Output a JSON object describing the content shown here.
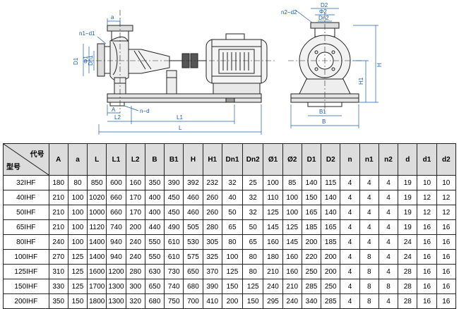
{
  "drawing": {
    "side_view_labels": {
      "a": "a",
      "n1_d1": "n1−d1",
      "D1": "D1",
      "phi1": "Φ1",
      "Dn1": "Dn1",
      "A": "A",
      "L2": "L2",
      "n_d": "n−d",
      "L1": "L1",
      "L": "L",
      "H1": "H1",
      "H": "H"
    },
    "end_view_labels": {
      "D2": "D2",
      "n2_d2": "n2−d2",
      "phi2": "Φ2",
      "Dn2": "Dn2",
      "B1": "B1",
      "B": "B"
    }
  },
  "table": {
    "header_top_label": "代号",
    "header_bottom_label": "型号",
    "columns": [
      "A",
      "a",
      "L",
      "L1",
      "L2",
      "B",
      "B1",
      "H",
      "H1",
      "Dn1",
      "Dn2",
      "Ø1",
      "Ø2",
      "D1",
      "D2",
      "n",
      "n1",
      "n2",
      "d",
      "d1",
      "d2"
    ],
    "rows": [
      {
        "model": "32IHF",
        "values": [
          "180",
          "80",
          "850",
          "600",
          "160",
          "350",
          "390",
          "392",
          "232",
          "32",
          "25",
          "100",
          "85",
          "140",
          "115",
          "4",
          "4",
          "4",
          "19",
          "10",
          "10"
        ]
      },
      {
        "model": "40IHF",
        "values": [
          "210",
          "100",
          "1020",
          "660",
          "170",
          "400",
          "450",
          "460",
          "260",
          "40",
          "32",
          "110",
          "100",
          "150",
          "140",
          "4",
          "4",
          "4",
          "19",
          "12",
          "12"
        ]
      },
      {
        "model": "50IHF",
        "values": [
          "210",
          "100",
          "1000",
          "660",
          "170",
          "400",
          "450",
          "460",
          "260",
          "50",
          "32",
          "125",
          "100",
          "165",
          "140",
          "4",
          "4",
          "4",
          "19",
          "12",
          "12"
        ]
      },
      {
        "model": "65IHF",
        "values": [
          "210",
          "100",
          "1120",
          "740",
          "200",
          "440",
          "490",
          "505",
          "280",
          "65",
          "50",
          "145",
          "125",
          "185",
          "165",
          "4",
          "4",
          "4",
          "19",
          "16",
          "16"
        ]
      },
      {
        "model": "80IHF",
        "values": [
          "240",
          "100",
          "1400",
          "940",
          "240",
          "550",
          "610",
          "530",
          "305",
          "80",
          "65",
          "160",
          "145",
          "200",
          "185",
          "4",
          "4",
          "4",
          "24",
          "16",
          "16"
        ]
      },
      {
        "model": "100IHF",
        "values": [
          "270",
          "125",
          "1400",
          "940",
          "240",
          "550",
          "610",
          "575",
          "325",
          "100",
          "80",
          "180",
          "160",
          "220",
          "200",
          "4",
          "8",
          "4",
          "24",
          "16",
          "16"
        ]
      },
      {
        "model": "125IHF",
        "values": [
          "310",
          "125",
          "1600",
          "1200",
          "280",
          "630",
          "730",
          "650",
          "370",
          "125",
          "80",
          "210",
          "160",
          "250",
          "200",
          "4",
          "8",
          "4",
          "28",
          "16",
          "16"
        ]
      },
      {
        "model": "150IHF",
        "values": [
          "330",
          "125",
          "1700",
          "1300",
          "300",
          "650",
          "740",
          "680",
          "390",
          "150",
          "125",
          "240",
          "210",
          "285",
          "250",
          "4",
          "8",
          "8",
          "28",
          "16",
          "16"
        ]
      },
      {
        "model": "200IHF",
        "values": [
          "350",
          "150",
          "1800",
          "1300",
          "320",
          "680",
          "750",
          "700",
          "410",
          "200",
          "150",
          "295",
          "240",
          "340",
          "285",
          "4",
          "8",
          "4",
          "28",
          "16",
          "16"
        ]
      }
    ]
  },
  "colors": {
    "line": "#222222",
    "dim": "#1a5fb4",
    "header_bg": "#dcdcdc"
  }
}
